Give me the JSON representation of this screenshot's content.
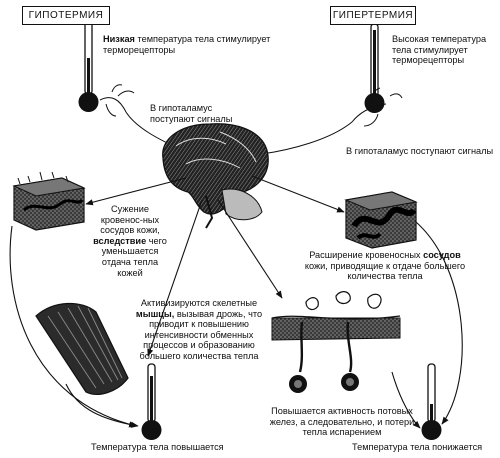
{
  "labels": {
    "hypothermia": "ГИПОТЕРМИЯ",
    "hyperthermia": "ГИПЕРТЕРМИЯ"
  },
  "cold": {
    "stimulus_bold": "Низкая",
    "stimulus_rest": " температура тела стимулирует терморецепторы",
    "signal": "В гипоталамус поступают сигналы",
    "vasoconstriction_1": "Сужение кровенос-ных сосудов кожи,",
    "vasoconstriction_bold": "вследствие",
    "vasoconstriction_2": " чего уменьшается отдача тепла кожей",
    "shivering_1": "Активизируются скелетные ",
    "shivering_bold": "мышцы,",
    "shivering_2": " вызывая дрожь, что приводит к повышению интенсивности обменных процессов и образованию большего количества тепла",
    "result": "Температура тела повышается"
  },
  "hot": {
    "stimulus": "Высокая температура тела стимулирует терморецепторы",
    "signal": "В гипоталамус поступают сигналы",
    "vasodilation_1": "Расширение кровеносных ",
    "vasodilation_bold": "сосудов",
    "vasodilation_2": " кожи, приводящие к отдаче большего количества тепла",
    "sweat": "Повышается активность потовых желез, а следовательно, и потери тепла испарением",
    "result": "Температура тела понижается"
  },
  "colors": {
    "ink": "#111111",
    "paper": "#ffffff",
    "gray": "#8a8a8a"
  }
}
